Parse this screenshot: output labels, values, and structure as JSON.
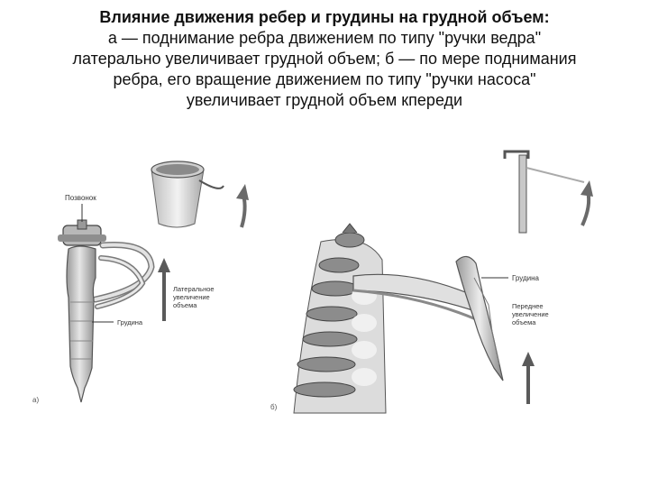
{
  "title": {
    "bold": "Влияние движения ребер и грудины на грудной объем:",
    "line2": "а — поднимание ребра движением по типу \"ручки ведра\"",
    "line3": "латерально увеличивает грудной объем; б — по мере поднимания",
    "line4": "ребра, его вращение движением по типу \"ручки насоса\"",
    "line5": "увеличивает грудной объем кпереди"
  },
  "figure_a": {
    "label_vertebra": "Позвонок",
    "label_lateral": [
      "Латеральное",
      "увеличение",
      "объема"
    ],
    "label_sternum": "Грудина",
    "panel_letter": "а)"
  },
  "figure_b": {
    "label_sternum": "Грудина",
    "label_anterior": [
      "Переднее",
      "увеличение",
      "объема"
    ],
    "panel_letter": "б)"
  },
  "colors": {
    "bone": "#dcdcdc",
    "bone_shadow": "#8a8a8a",
    "outline": "#444444",
    "arrow": "#555555"
  }
}
